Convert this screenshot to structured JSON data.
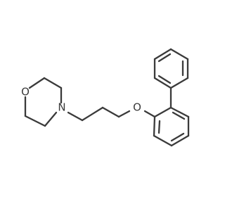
{
  "diagram": {
    "atoms": {
      "morpholine_oxygen": "O",
      "morpholine_nitrogen": "N",
      "ether_oxygen": "O"
    },
    "colors": {
      "bond": "#3a3a3a",
      "background": "#ffffff"
    }
  }
}
